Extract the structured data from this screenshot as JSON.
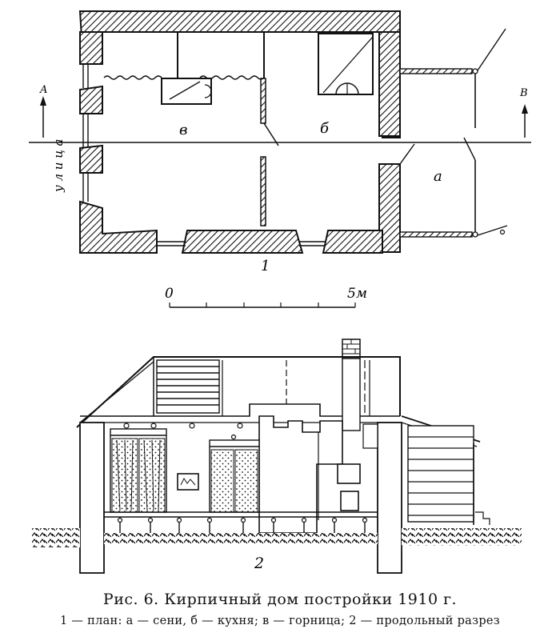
{
  "plan": {
    "label_a": "а",
    "label_b": "б",
    "label_v": "в",
    "street_word": "у л и ц а",
    "section_start": "A",
    "section_end": "B",
    "number": "1"
  },
  "scale": {
    "zero": "0",
    "end": "5м"
  },
  "section": {
    "number": "2"
  },
  "caption": {
    "title": "Рис. 6. Кирпичный дом постройки 1910 г.",
    "legend": "1 — план: а — сени, б — кухня; в — горница; 2 — продольный разрез"
  }
}
